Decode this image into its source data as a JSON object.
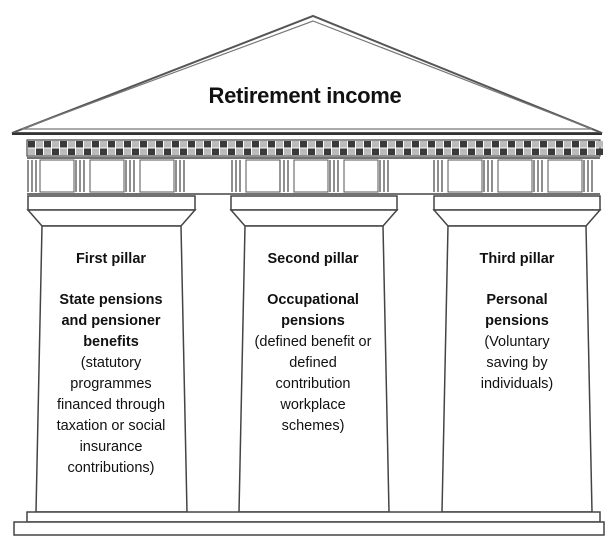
{
  "title": "Retirement income",
  "pillars": [
    {
      "name": "First pillar",
      "type": "State pensions and pensioner benefits",
      "description": "(statutory programmes financed through taxation or social insurance contributions)"
    },
    {
      "name": "Second pillar",
      "type": "Occupational pensions",
      "description": "(defined benefit or defined contribution workplace schemes)"
    },
    {
      "name": "Third pillar",
      "type": "Personal pensions",
      "description": "(Voluntary saving by individuals)"
    }
  ]
}
